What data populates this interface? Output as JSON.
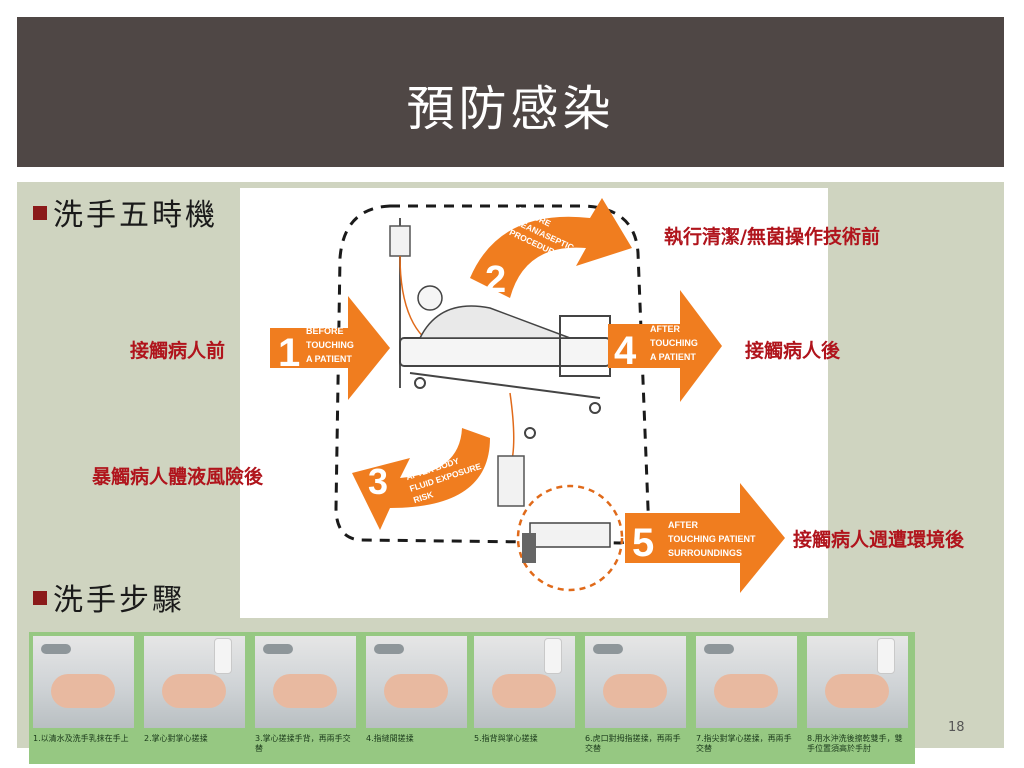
{
  "slide": {
    "title": "預防感染",
    "page_number": "18"
  },
  "bullets": {
    "first": "洗手五時機",
    "second": "洗手步驟"
  },
  "diagram": {
    "step1": {
      "number": "1",
      "label_lines": [
        "BEFORE",
        "TOUCHING",
        "A PATIENT"
      ],
      "annotation": "接觸病人前"
    },
    "step2": {
      "number": "2",
      "label_lines": [
        "BEFORE",
        "CLEAN/ASEPTIC",
        "PROCEDURE"
      ],
      "annotation": "執行清潔/無菌操作技術前"
    },
    "step3": {
      "number": "3",
      "label_lines": [
        "AFTER BODY",
        "FLUID EXPOSURE",
        "RISK"
      ],
      "annotation": "暴觸病人體液風險後"
    },
    "step4": {
      "number": "4",
      "label_lines": [
        "AFTER",
        "TOUCHING",
        "A PATIENT"
      ],
      "annotation": "接觸病人後"
    },
    "step5": {
      "number": "5",
      "label_lines": [
        "AFTER",
        "TOUCHING PATIENT",
        "SURROUNDINGS"
      ],
      "annotation": "接觸病人週遭環境後"
    },
    "colors": {
      "arrow": "#f07d1f",
      "annotation": "#b0141c",
      "outline": "#1a1a1a"
    }
  },
  "steps": [
    {
      "caption": "1.以清水及洗手乳抹在手上"
    },
    {
      "caption": "2.掌心對掌心搓揉"
    },
    {
      "caption": "3.掌心搓揉手背，再兩手交替"
    },
    {
      "caption": "4.指縫間搓揉"
    },
    {
      "caption": "5.指背與掌心搓揉"
    },
    {
      "caption": "6.虎口對拇指搓揉，再兩手交替"
    },
    {
      "caption": "7.指尖對掌心搓揉，再兩手交替"
    },
    {
      "caption": "8.用水沖洗後擦乾雙手，雙手位置須高於手肘"
    }
  ],
  "colors": {
    "title_band": "#4f4745",
    "body_background": "#cfd4c0",
    "bullet_marker": "#8b1a1a",
    "steps_strip": "#96c882"
  }
}
